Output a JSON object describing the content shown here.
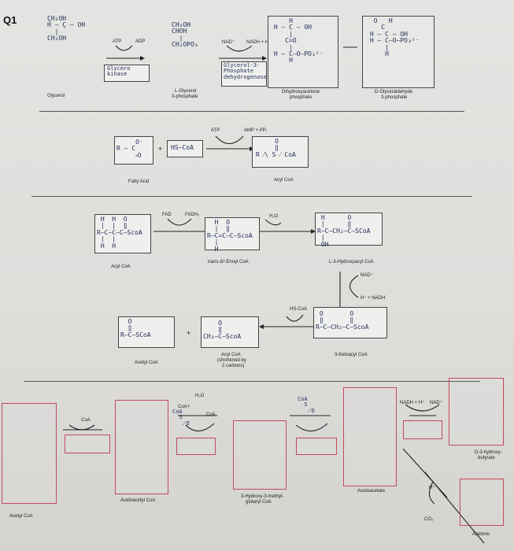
{
  "question_label": "Q1",
  "section1": {
    "glycerol_label": "Glycerol",
    "atp": "ATP",
    "adp": "ADP",
    "l_glycerol_line1": "L-Glycerol",
    "l_glycerol_line2": "3-phosphate",
    "nad": "NAD⁺",
    "nadh_h": "NADH + H⁺",
    "dhap_line1": "Dihydroxyacetone",
    "dhap_line2": "phosphate",
    "g3p_line1": "D-Glyceraldehyde",
    "g3p_line2": "3-phosphate"
  },
  "section2": {
    "atp": "ATP",
    "amp_ppi": "AMP + PPᵢ",
    "fatty_acid": "Fatty Acid",
    "plus": "+",
    "acyl_coa": "Acyl CoA"
  },
  "section3": {
    "fad": "FAD",
    "fadh2": "FADH₂",
    "h2o": "H₂O",
    "acyl_coa": "Acyl CoA",
    "trans_enoyl": "trans-Δ²-Enoyl CoA",
    "hydroxyacyl": "L-3-Hydroxyacyl CoA",
    "nad": "NAD⁺",
    "nadh": "H⁺ + NADH",
    "hs_coa": "HS-CoA",
    "acetyl_coa": "Acetyl CoA",
    "plus": "+",
    "acyl_short_line1": "Acyl CoA",
    "acyl_short_line2": "(shortened by",
    "acyl_short_line3": "2 carbons)",
    "ketoacyl": "3-Ketoacyl CoA"
  },
  "section4": {
    "coa_1": "CoA",
    "coa_2": "CoA",
    "coa_3": "CoA",
    "coa_4": "CoA",
    "h2o": "H₂O",
    "plus": "+",
    "acetyl_coa": "Acetyl CoA",
    "acetoacetyl_coa": "Acetoacetyl CoA",
    "hmg_line1": "3-Hydroxy-3-methyl-",
    "hmg_line2": "glutaryl CoA",
    "acetoacetate": "Acetoacetate",
    "nadh_h": "NADH + H⁺",
    "nad": "NAD⁺",
    "hydroxybutyrate_line1": "D-3-hydroxy-",
    "hydroxybutyrate_line2": "butyrate",
    "h_plus": "H⁺",
    "co2": "CO₂",
    "acetone": "Acetone"
  },
  "handwriting": {
    "glycerol_struct": "ÇH₂OH\nH – Ç – OH\n  |\nCH₂OH",
    "glycerol_kinase": "Glycero\nkinase",
    "lg3p_struct": "CH₂OH\nCHOH\n  |\nCH₂OPO₃",
    "g3p_dehydrogenase": "Glycerol-3-\nPhosphate\ndehydrogenase",
    "dhap_struct": "     H\n H – C – OH\n     |\n    C=O\n     |\n H – C–O–PO₃²⁻\n     H",
    "g3p_struct": "  O   H\n    C\n H – C – OH\n H – C–O–PO₃²⁻\n     |\n     H",
    "fatty_acid_struct": "     O⁻\nR – C\n     ⸗O",
    "hscoa_struct": "HS–CoA",
    "acyl_coa_struct": "     O\n     ‖\nR ⁄\\ S ⁄ CoA",
    "acyl_coa2_struct": " H  H  O\n |  |  ‖\nR–C–C–C–ScoA\n |  |\n H  H",
    "enoyl_struct": "  H  O\n  |  ‖\nR–C=C–C–ScoA\n  |\n  H",
    "hydroxyacyl_struct": " H      O\n |      ‖\nR–C–CH₂–C–SCoA\n |\n OH",
    "ketoacyl_struct": " O       O\n ‖       ‖\nR–C–CH₂–C–ScoA",
    "acetyl_coa_struct": "  O\n  ‖\nR–C–SCoA",
    "acyl_short_struct": "    O\n    ‖\nCH₃–C–ScoA",
    "acetoacetyl_struct": "CoA\n  S\n   ⟋O",
    "hmg_struct": "CoA\n  S\n   ⟋O"
  }
}
